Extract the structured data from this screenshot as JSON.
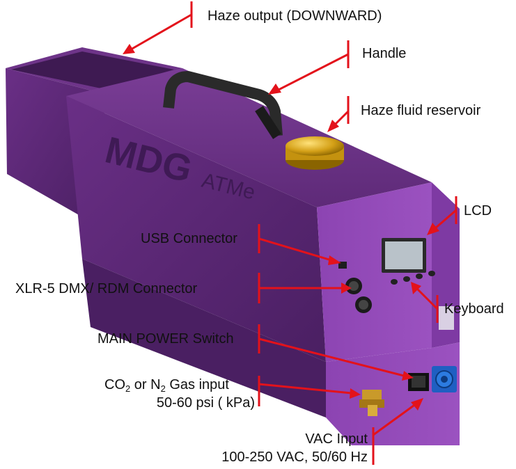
{
  "diagram": {
    "device": {
      "logo_text": "MDG",
      "model_text": "ATMe",
      "body_color": "#6b2f86",
      "front_color": "#8a3fb0",
      "cap_color": "#d4a017"
    },
    "accent_color": "#e3121b",
    "labels": {
      "haze_output": "Haze output (DOWNWARD)",
      "handle": "Handle",
      "reservoir": "Haze fluid reservoir",
      "lcd": "LCD",
      "usb": "USB Connector",
      "xlr": "XLR-5 DMX/ RDM Connector",
      "keyboard": "Keyboard",
      "main_power": "MAIN POWER Switch",
      "gas_co": "CO",
      "gas_co_sub": "2",
      "gas_or": " or N",
      "gas_n_sub": "2",
      "gas_rest": " Gas input",
      "gas_pressure": "50-60 psi ( kPa)",
      "vac_title": "VAC Input",
      "vac_range": "100-250 VAC, 50/60 Hz"
    }
  }
}
